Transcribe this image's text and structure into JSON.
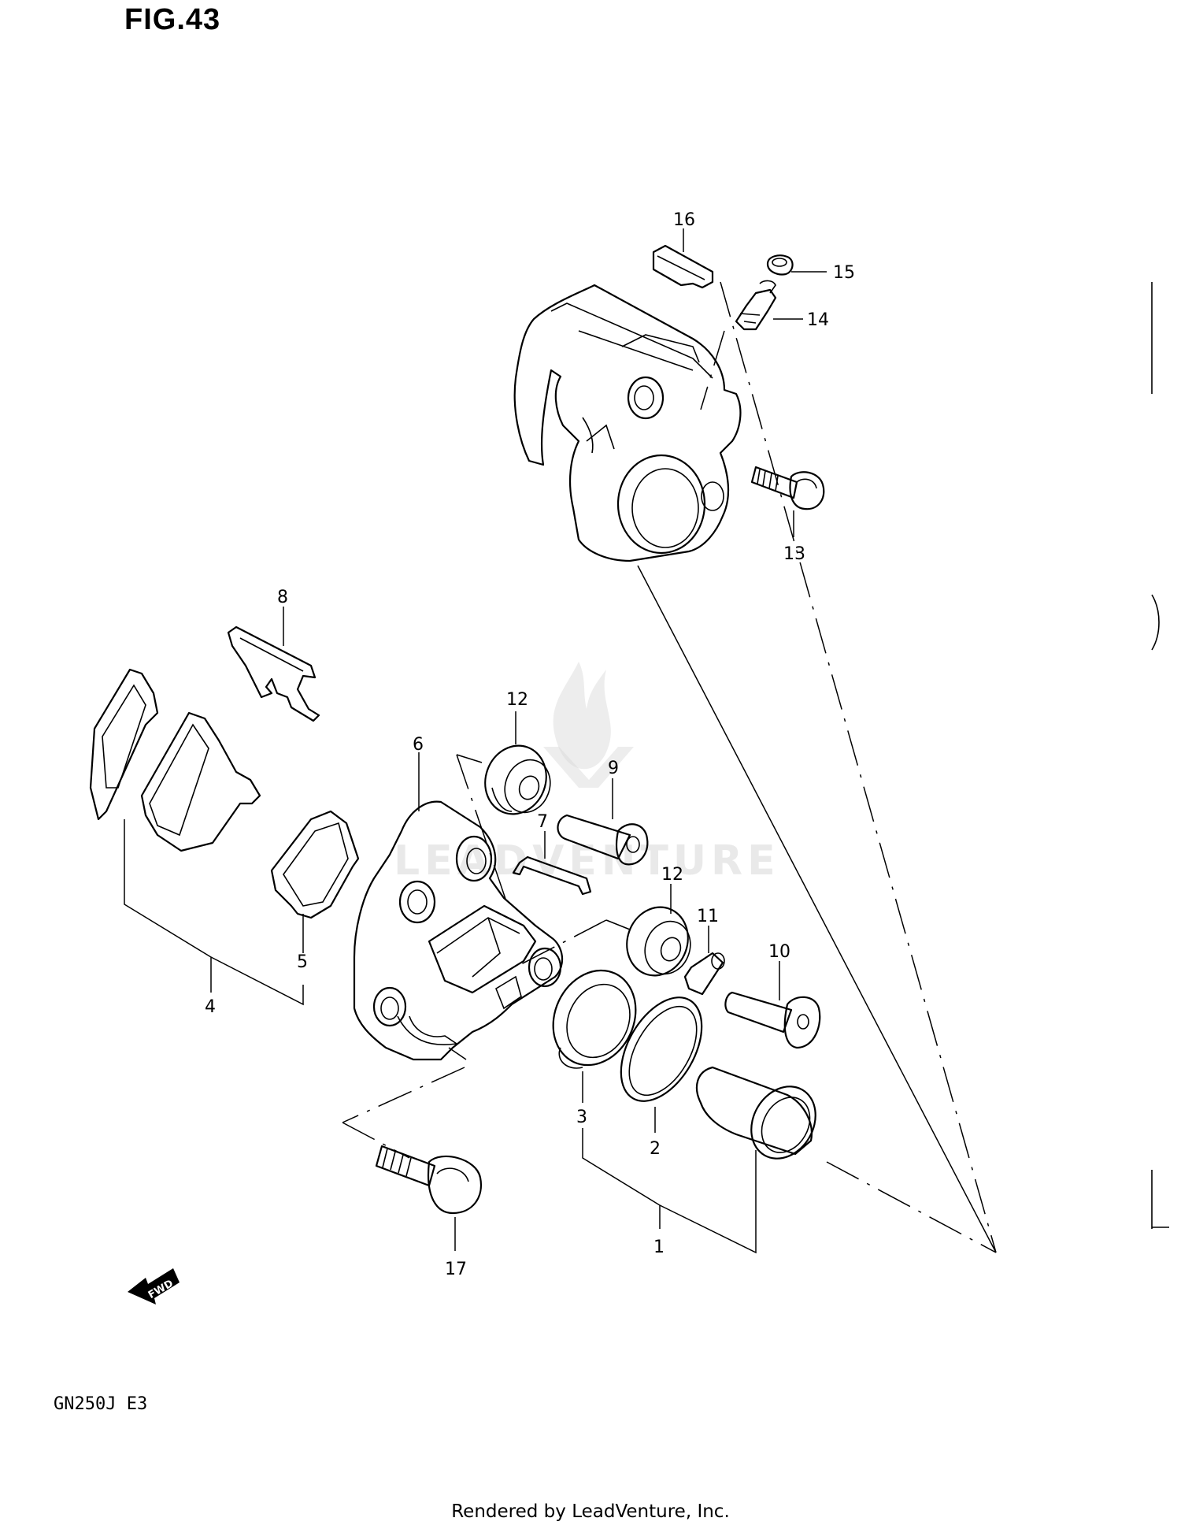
{
  "figure": {
    "title": "FIG.43",
    "model_code": "GN250J E3",
    "credit": "Rendered by LeadVenture, Inc.",
    "watermark": "LEADVENTURE",
    "direction_badge": "FWD"
  },
  "callouts": [
    {
      "id": "c1",
      "label": "1"
    },
    {
      "id": "c2",
      "label": "2"
    },
    {
      "id": "c3",
      "label": "3"
    },
    {
      "id": "c4",
      "label": "4"
    },
    {
      "id": "c5",
      "label": "5"
    },
    {
      "id": "c6",
      "label": "6"
    },
    {
      "id": "c7",
      "label": "7"
    },
    {
      "id": "c8",
      "label": "8"
    },
    {
      "id": "c9",
      "label": "9"
    },
    {
      "id": "c10",
      "label": "10"
    },
    {
      "id": "c11",
      "label": "11"
    },
    {
      "id": "c12a",
      "label": "12"
    },
    {
      "id": "c12b",
      "label": "12"
    },
    {
      "id": "c13",
      "label": "13"
    },
    {
      "id": "c14",
      "label": "14"
    },
    {
      "id": "c15",
      "label": "15"
    },
    {
      "id": "c16",
      "label": "16"
    },
    {
      "id": "c17",
      "label": "17"
    }
  ],
  "icons": [
    "fwd-arrow-icon",
    "leadventure-watermark-icon"
  ]
}
